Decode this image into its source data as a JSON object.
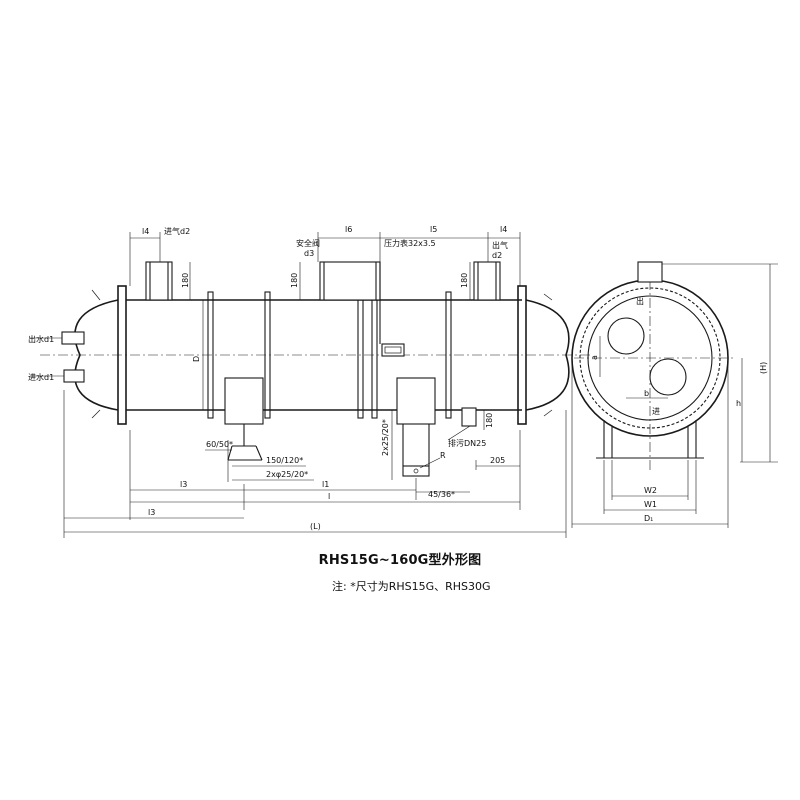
{
  "title": "RHS15G~160G型外形图",
  "note": "注: *尺寸为RHS15G、RHS30G",
  "labels": {
    "l4_left": "l4",
    "inlet_gas": "进气d2",
    "l6": "l6",
    "l5": "l5",
    "l4_right": "l4",
    "safety_valve_1": "安全阀",
    "safety_valve_2": "d3",
    "pressure_gauge": "压力表32x3.5",
    "outlet_gas_1": "出气",
    "outlet_gas_2": "d2",
    "dim_180_a": "180",
    "dim_180_b": "180",
    "dim_180_c": "180",
    "dim_180_d": "180",
    "water_out": "出水d1",
    "water_in": "进水d1",
    "D": "D",
    "dim_60_50": "60/50*",
    "dim_150_120": "150/120*",
    "dim_2x25_20_h": "2xφ25/20*",
    "dim_2x25_20_v": "2x25/20*",
    "R": "R",
    "drain": "排污DN25",
    "dim_205": "205",
    "dim_45_36": "45/36*",
    "l3_a": "l3",
    "l1": "l1",
    "l": "l",
    "l3_b": "l3",
    "L": "(L)",
    "W2": "W2",
    "W1": "W1",
    "D1": "D₁",
    "H": "(H)",
    "h": "h",
    "a": "a",
    "b": "b",
    "out_mark": "出",
    "in_mark": "进"
  }
}
